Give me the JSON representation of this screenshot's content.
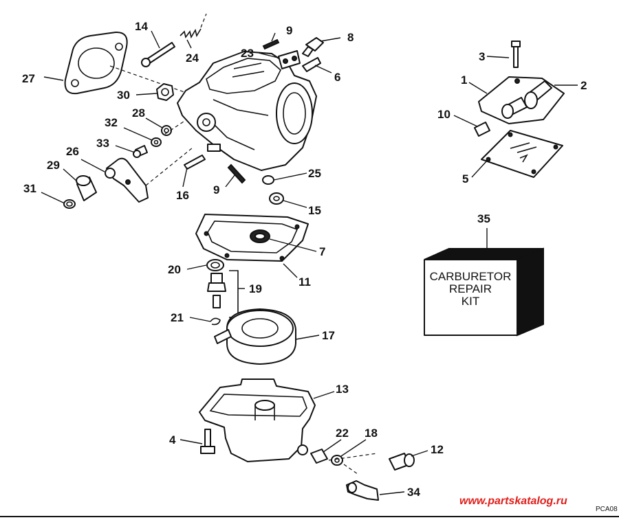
{
  "callouts": {
    "p1": "1",
    "p2": "2",
    "p3": "3",
    "p4": "4",
    "p5": "5",
    "p6": "6",
    "p7": "7",
    "p8": "8",
    "p9a": "9",
    "p9b": "9",
    "p10": "10",
    "p11": "11",
    "p12": "12",
    "p13": "13",
    "p14": "14",
    "p15": "15",
    "p16": "16",
    "p17": "17",
    "p18": "18",
    "p19": "19",
    "p20": "20",
    "p21": "21",
    "p22": "22",
    "p23": "23",
    "p24": "24",
    "p25": "25",
    "p26": "26",
    "p27": "27",
    "p28": "28",
    "p29": "29",
    "p30": "30",
    "p31": "31",
    "p32": "32",
    "p33": "33",
    "p34": "34",
    "p35": "35"
  },
  "kit_box": {
    "line1": "CARBURETOR",
    "line2": "REPAIR",
    "line3": "KIT"
  },
  "watermark": "www.partskatalog.ru",
  "drawing_code": "PCA08"
}
